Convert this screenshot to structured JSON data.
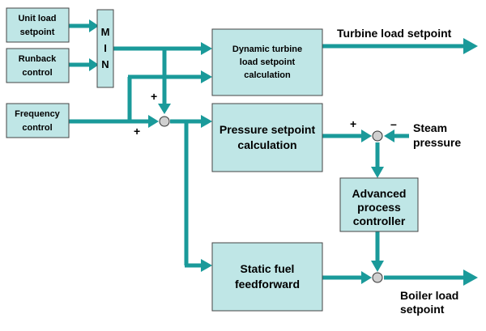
{
  "blocks": {
    "unit_load_setpoint": [
      "Unit load",
      "setpoint"
    ],
    "runback_control": [
      "Runback",
      "control"
    ],
    "frequency_control": [
      "Frequency",
      "control"
    ],
    "min": [
      "M",
      "I",
      "N"
    ],
    "dynamic_turbine": [
      "Dynamic turbine",
      "load setpoint",
      "calculation"
    ],
    "pressure_setpoint": [
      "Pressure setpoint",
      "calculation"
    ],
    "advanced_process": [
      "Advanced",
      "process",
      "controller"
    ],
    "static_fuel": [
      "Static fuel",
      "feedforward"
    ]
  },
  "outputs": {
    "turbine_load_setpoint": "Turbine load setpoint",
    "boiler_load_setpoint": [
      "Boiler load",
      "setpoint"
    ]
  },
  "inputs": {
    "steam_pressure": [
      "Steam",
      "pressure"
    ]
  },
  "signs": {
    "plus": "+",
    "minus": "–"
  },
  "colors": {
    "block_fill": "#bfe6e6",
    "signal_line": "#1a9a9a",
    "summing_junction": "#d0d0d0"
  }
}
